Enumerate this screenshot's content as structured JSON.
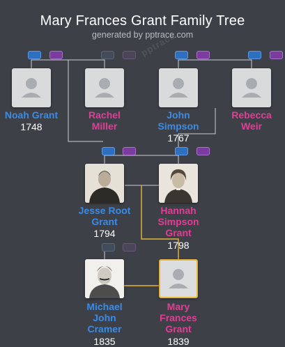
{
  "header": {
    "title": "Mary Frances Grant Family Tree",
    "subtitle": "generated by pptrace.com",
    "watermark": "pptrace"
  },
  "colors": {
    "background": "#3d4147",
    "male": "#3b8be6",
    "female": "#e23d95",
    "selected_border": "#e7b53a",
    "connector": "#c9ccd1",
    "highlight_connector": "#e7b53a"
  },
  "people": [
    {
      "id": "noah",
      "name_lines": [
        "Noah Grant"
      ],
      "year": "1748",
      "sex": "m",
      "photo": "silhouette-icon"
    },
    {
      "id": "rachel",
      "name_lines": [
        "Rachel",
        "Miller"
      ],
      "year": "",
      "sex": "f",
      "photo": "silhouette-icon"
    },
    {
      "id": "john",
      "name_lines": [
        "John",
        "Simpson"
      ],
      "year": "1767",
      "sex": "m",
      "photo": "silhouette-icon"
    },
    {
      "id": "rebecca",
      "name_lines": [
        "Rebecca",
        "Weir"
      ],
      "year": "",
      "sex": "f",
      "photo": "silhouette-icon"
    },
    {
      "id": "jesse",
      "name_lines": [
        "Jesse Root",
        "Grant"
      ],
      "year": "1794",
      "sex": "m",
      "photo": "portrait-photo"
    },
    {
      "id": "hannah",
      "name_lines": [
        "Hannah",
        "Simpson",
        "Grant"
      ],
      "year": "1798",
      "sex": "f",
      "photo": "portrait-photo"
    },
    {
      "id": "michael",
      "name_lines": [
        "Michael",
        "John",
        "Cramer"
      ],
      "year": "1835",
      "sex": "m",
      "photo": "portrait-photo"
    },
    {
      "id": "mary",
      "name_lines": [
        "Mary",
        "Frances",
        "Grant"
      ],
      "year": "1839",
      "sex": "f",
      "photo": "silhouette-icon",
      "selected": true
    }
  ]
}
